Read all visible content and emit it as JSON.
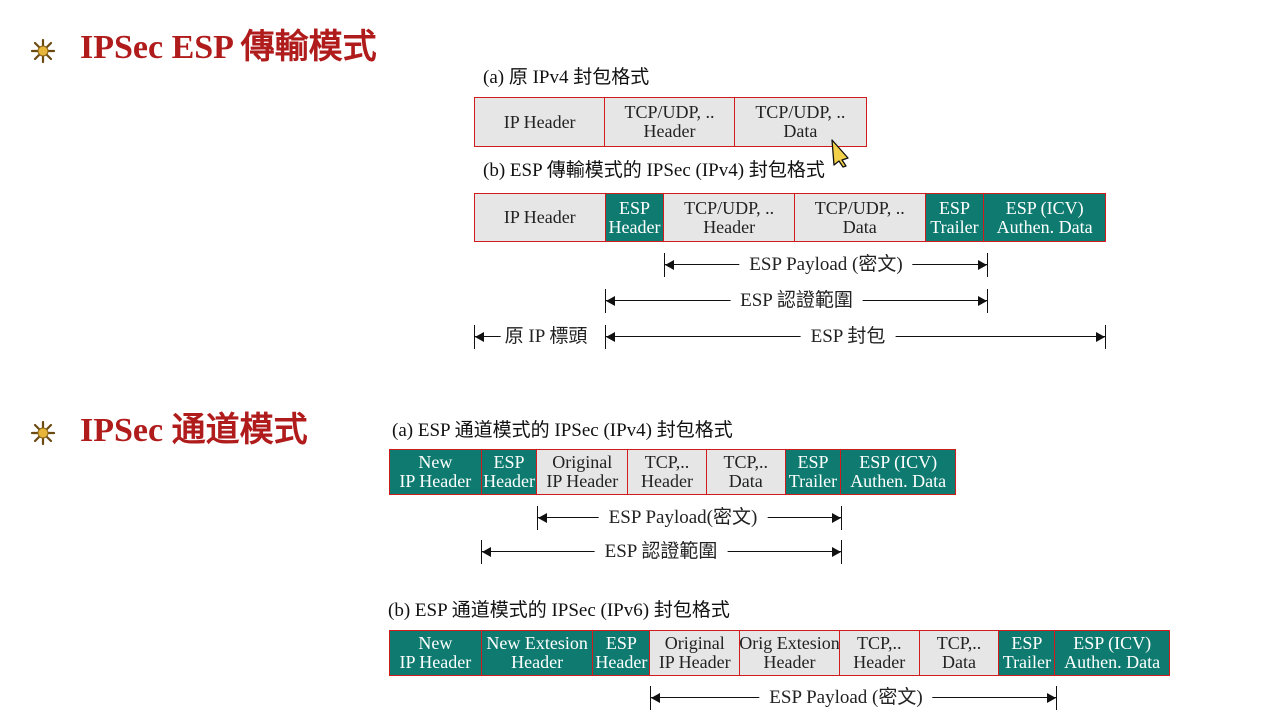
{
  "colors": {
    "heading": "#b01c1c",
    "border": "#d01c1c",
    "teal": "#0f7b70",
    "plain": "#e6e6e6"
  },
  "section1": {
    "title": "IPSec ESP 傳輸模式",
    "caption_a": "(a) 原 IPv4 封包格式",
    "caption_b": "(b) ESP 傳輸模式的 IPSec (IPv4) 封包格式",
    "packet_a": [
      {
        "line1": "IP Header",
        "line2": "",
        "style": "plain"
      },
      {
        "line1": "TCP/UDP, ..",
        "line2": "Header",
        "style": "plain"
      },
      {
        "line1": "TCP/UDP, ..",
        "line2": "Data",
        "style": "plain"
      }
    ],
    "packet_b": [
      {
        "line1": "IP Header",
        "line2": "",
        "style": "plain"
      },
      {
        "line1": "ESP",
        "line2": "Header",
        "style": "teal"
      },
      {
        "line1": "TCP/UDP, ..",
        "line2": "Header",
        "style": "plain"
      },
      {
        "line1": "TCP/UDP, ..",
        "line2": "Data",
        "style": "plain"
      },
      {
        "line1": "ESP",
        "line2": "Trailer",
        "style": "teal"
      },
      {
        "line1": "ESP (ICV)",
        "line2": "Authen. Data",
        "style": "teal"
      }
    ],
    "ranges": [
      {
        "label": "ESP Payload (密文)"
      },
      {
        "label": "ESP 認證範圍"
      },
      {
        "label": "原 IP 標頭"
      },
      {
        "label": "ESP 封包"
      }
    ]
  },
  "section2": {
    "title": "IPSec 通道模式",
    "caption_a": "(a) ESP 通道模式的 IPSec (IPv4) 封包格式",
    "caption_b": "(b) ESP 通道模式的 IPSec (IPv6) 封包格式",
    "packet_a": [
      {
        "line1": "New",
        "line2": "IP Header",
        "style": "teal"
      },
      {
        "line1": "ESP",
        "line2": "Header",
        "style": "teal"
      },
      {
        "line1": "Original",
        "line2": "IP Header",
        "style": "plain"
      },
      {
        "line1": "TCP,..",
        "line2": "Header",
        "style": "plain"
      },
      {
        "line1": "TCP,..",
        "line2": "Data",
        "style": "plain"
      },
      {
        "line1": "ESP",
        "line2": "Trailer",
        "style": "teal"
      },
      {
        "line1": "ESP (ICV)",
        "line2": "Authen. Data",
        "style": "teal"
      }
    ],
    "packet_b": [
      {
        "line1": "New",
        "line2": "IP Header",
        "style": "teal"
      },
      {
        "line1": "New Extesion",
        "line2": "Header",
        "style": "teal"
      },
      {
        "line1": "ESP",
        "line2": "Header",
        "style": "teal"
      },
      {
        "line1": "Original",
        "line2": "IP Header",
        "style": "plain"
      },
      {
        "line1": "Orig Extesion",
        "line2": "Header",
        "style": "plain"
      },
      {
        "line1": "TCP,..",
        "line2": "Header",
        "style": "plain"
      },
      {
        "line1": "TCP,..",
        "line2": "Data",
        "style": "plain"
      },
      {
        "line1": "ESP",
        "line2": "Trailer",
        "style": "teal"
      },
      {
        "line1": "ESP (ICV)",
        "line2": "Authen. Data",
        "style": "teal"
      }
    ],
    "ranges": [
      {
        "label": "ESP Payload(密文)"
      },
      {
        "label": "ESP 認證範圍"
      },
      {
        "label": "ESP Payload (密文)"
      }
    ]
  }
}
